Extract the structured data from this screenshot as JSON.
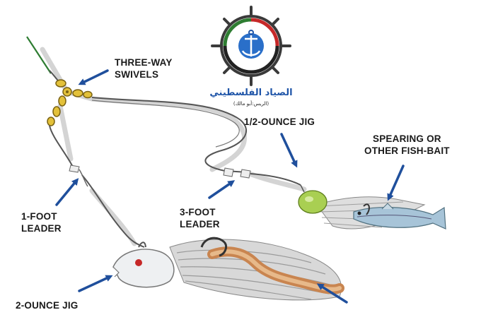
{
  "labels": {
    "three_way_swivels_l1": "THREE-WAY",
    "three_way_swivels_l2": "SWIVELS",
    "one_foot_leader_l1": "1-FOOT",
    "one_foot_leader_l2": "LEADER",
    "three_foot_leader_l1": "3-FOOT",
    "three_foot_leader_l2": "LEADER",
    "half_ounce_jig": "1/2-OUNCE JIG",
    "spearing_l1": "SPEARING OR",
    "spearing_l2": "OTHER FISH-BAIT",
    "two_ounce_jig": "2-OUNCE JIG"
  },
  "watermark": {
    "title": "الصياد الفلسطيني",
    "subtitle": "(الريس:أبو مالك)"
  },
  "colors": {
    "arrow": "#1f4f9c",
    "swivel": "#e3c13a",
    "jig_small": "#a9cf52",
    "jig_big_head": "#eef0f2",
    "eye": "#c62828",
    "fish_bait": "#a7c4d8",
    "worm": "#d79a62",
    "line": "#555555"
  }
}
